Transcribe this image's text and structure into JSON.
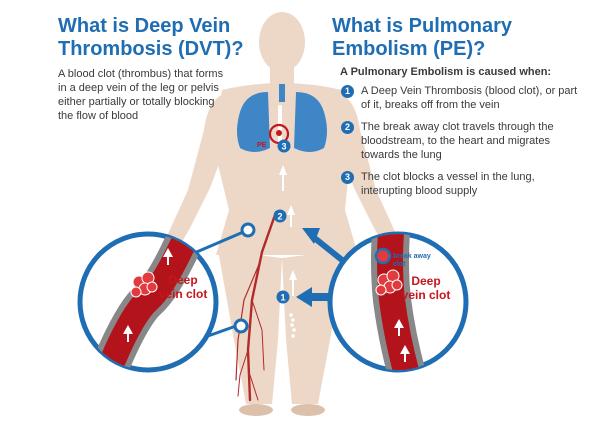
{
  "dvt": {
    "title_line1": "What is Deep Vein",
    "title_line2": "Thrombosis (DVT)?",
    "description": "A blood clot (thrombus) that forms in a deep vein of the leg or pelvis either partially or totally blocking the flow of blood"
  },
  "pe": {
    "title_line1": "What is Pulmonary",
    "title_line2": "Embolism (PE)?",
    "subheading": "A Pulmonary Embolism is caused when:",
    "steps": [
      {
        "num": "1",
        "text": "A Deep Vein Thrombosis (blood clot), or part of it, breaks off from the vein"
      },
      {
        "num": "2",
        "text": "The break away clot travels through the bloodstream, to the heart and migrates towards the lung"
      },
      {
        "num": "3",
        "text": "The clot blocks a vessel in the lung, interupting blood supply"
      }
    ]
  },
  "diagram": {
    "pe_label": "PE",
    "marker_1": "1",
    "marker_2": "2",
    "marker_3": "3",
    "left_clot_label_line1": "Deep",
    "left_clot_label_line2": "vein clot",
    "right_clot_label_line1": "Deep",
    "right_clot_label_line2": "vein clot",
    "break_away_line1": "break away",
    "break_away_line2": "clot"
  },
  "colors": {
    "accent_blue": "#1f6db3",
    "lung_blue": "#3f86c6",
    "skin": "#edd8c8",
    "skin_shadow": "#dcc0aa",
    "clot_red": "#c4161c",
    "vein_red": "#b22a2a",
    "text_gray": "#3a3a3a"
  }
}
